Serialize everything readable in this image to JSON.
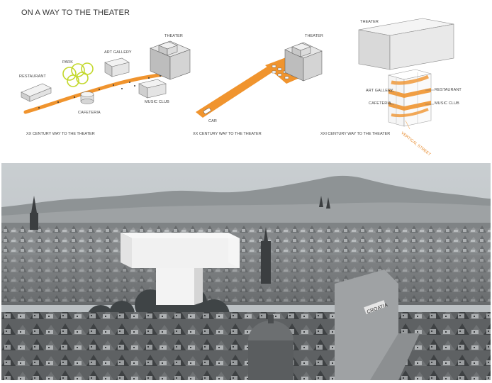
{
  "title": "ON A WAY TO THE THEATER",
  "panels": [
    {
      "caption": "XX CENTURY WAY TO THE THEATER",
      "labels": {
        "restaurant": "RESTAURANT",
        "park": "PARK",
        "art_gallery": "ART GALLERY",
        "theater": "THEATER",
        "cafeteria": "CAFETERIA",
        "music_club": "MUSIC CLUB"
      }
    },
    {
      "caption": "XX CENTURY WAY TO THE THEATER",
      "labels": {
        "theater": "THEATER",
        "car": "CAR"
      }
    },
    {
      "caption": "XXI CENTURY WAY TO THE THEATER",
      "labels": {
        "theater": "THEATER",
        "art_gallery": "ART GALLERY",
        "restaurant": "RESTAURANT",
        "cafeteria": "CAFETERIA",
        "music_club": "MUSIC CLUB",
        "vertical_street": "VERTICAL STREET"
      }
    }
  ],
  "colors": {
    "path": "#f0942e",
    "park": "#c3d82c",
    "building": "#d8d8d8"
  }
}
